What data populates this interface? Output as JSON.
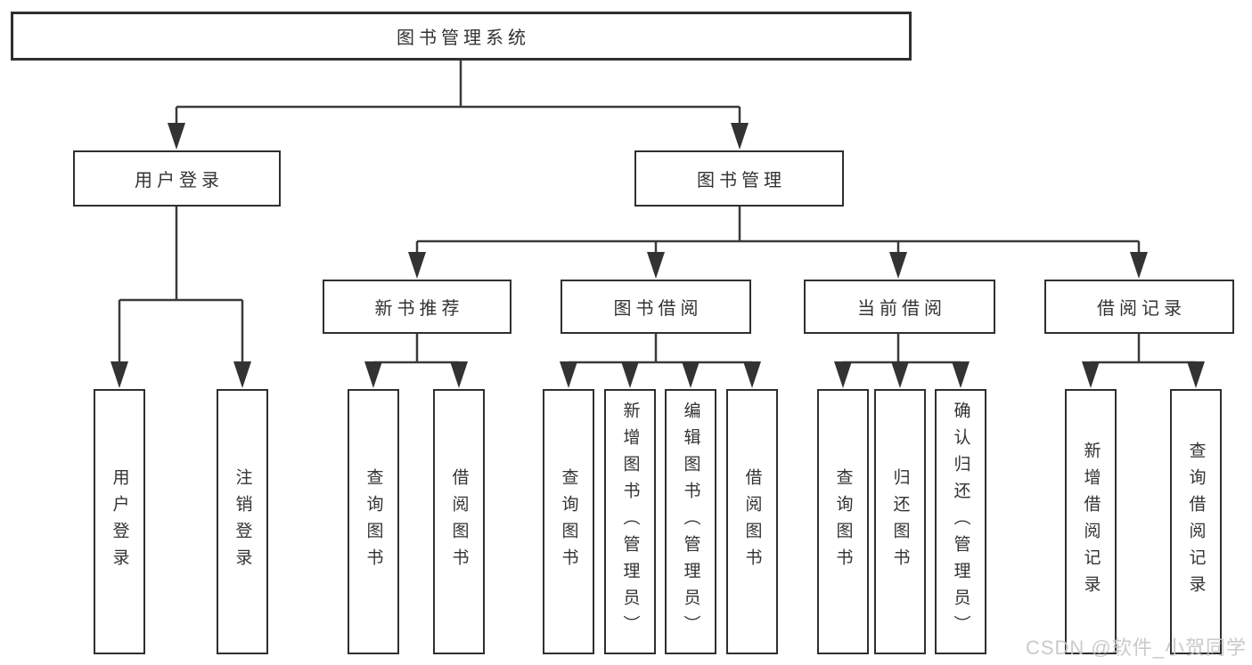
{
  "diagram": {
    "title": "图书管理系统",
    "nodes": {
      "root": "图书管理系统",
      "level2": [
        "用户登录",
        "图书管理"
      ],
      "level3": [
        "新书推荐",
        "图书借阅",
        "当前借阅",
        "借阅记录"
      ],
      "user_login_children": [
        "用户登录",
        "注销登录"
      ],
      "new_books_children": [
        "查询图书",
        "借阅图书"
      ],
      "borrowing_children": [
        "查询图书",
        "新增图书（管理员）",
        "编辑图书（管理员）",
        "借阅图书"
      ],
      "current_children": [
        "查询图书",
        "归还图书",
        "确认归还（管理员）"
      ],
      "records_children": [
        "新增借阅记录",
        "查询借阅记录"
      ]
    },
    "colors": {
      "line": "#3a3a3a",
      "box_border": "#2f2f2f",
      "text": "#333333",
      "watermark": "#c6c6c6",
      "background": "#ffffff"
    }
  },
  "watermark": "CSDN @软件_小贺同学"
}
